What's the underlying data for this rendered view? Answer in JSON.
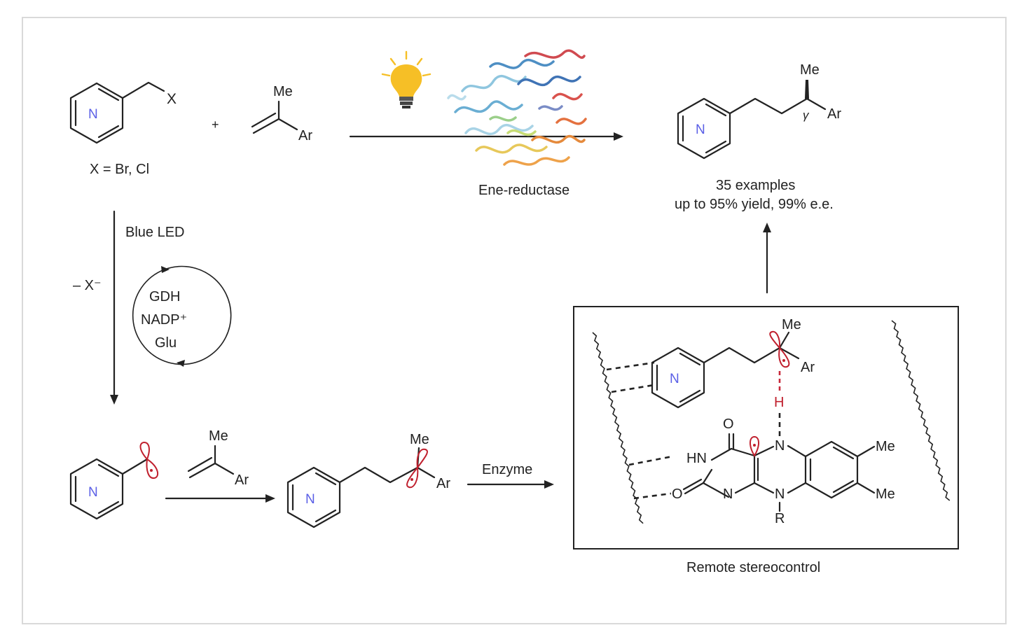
{
  "reactant_halide": {
    "ring_atom": "N",
    "substituent": "X",
    "condition_label": "X = Br, Cl"
  },
  "plus_sign": "+",
  "alkene": {
    "methyl": "Me",
    "aryl": "Ar"
  },
  "photo_arrow": {
    "catalyst_label": "Ene-reductase"
  },
  "product": {
    "ring_atom": "N",
    "methyl": "Me",
    "aryl": "Ar",
    "gamma": "γ",
    "examples": "35 examples",
    "yield_line": "up to 95% yield, 99% e.e."
  },
  "left_arrow": {
    "light_label": "Blue LED",
    "leaving_group": "– X⁻",
    "cycle": [
      "GDH",
      "NADP⁺",
      "Glu"
    ]
  },
  "radical_step": {
    "ring_atom": "N",
    "alkene_methyl": "Me",
    "alkene_aryl": "Ar",
    "intermediate_ring_atom": "N",
    "intermediate_methyl": "Me",
    "intermediate_aryl": "Ar",
    "enzyme_label": "Enzyme"
  },
  "inset": {
    "ring_atom": "N",
    "methyl": "Me",
    "aryl": "Ar",
    "hydrogen": "H",
    "flavin": {
      "O_top": "O",
      "HN": "HN",
      "N5": "N",
      "N1": "N",
      "N10": "N",
      "O_left": "O",
      "R": "R",
      "Me_top": "Me",
      "Me_bottom": "Me"
    },
    "caption": "Remote stereocontrol"
  },
  "colors": {
    "orbital": "#c0202e",
    "ring_N": "#5a5fe6",
    "bulb": "#f6bf26"
  }
}
